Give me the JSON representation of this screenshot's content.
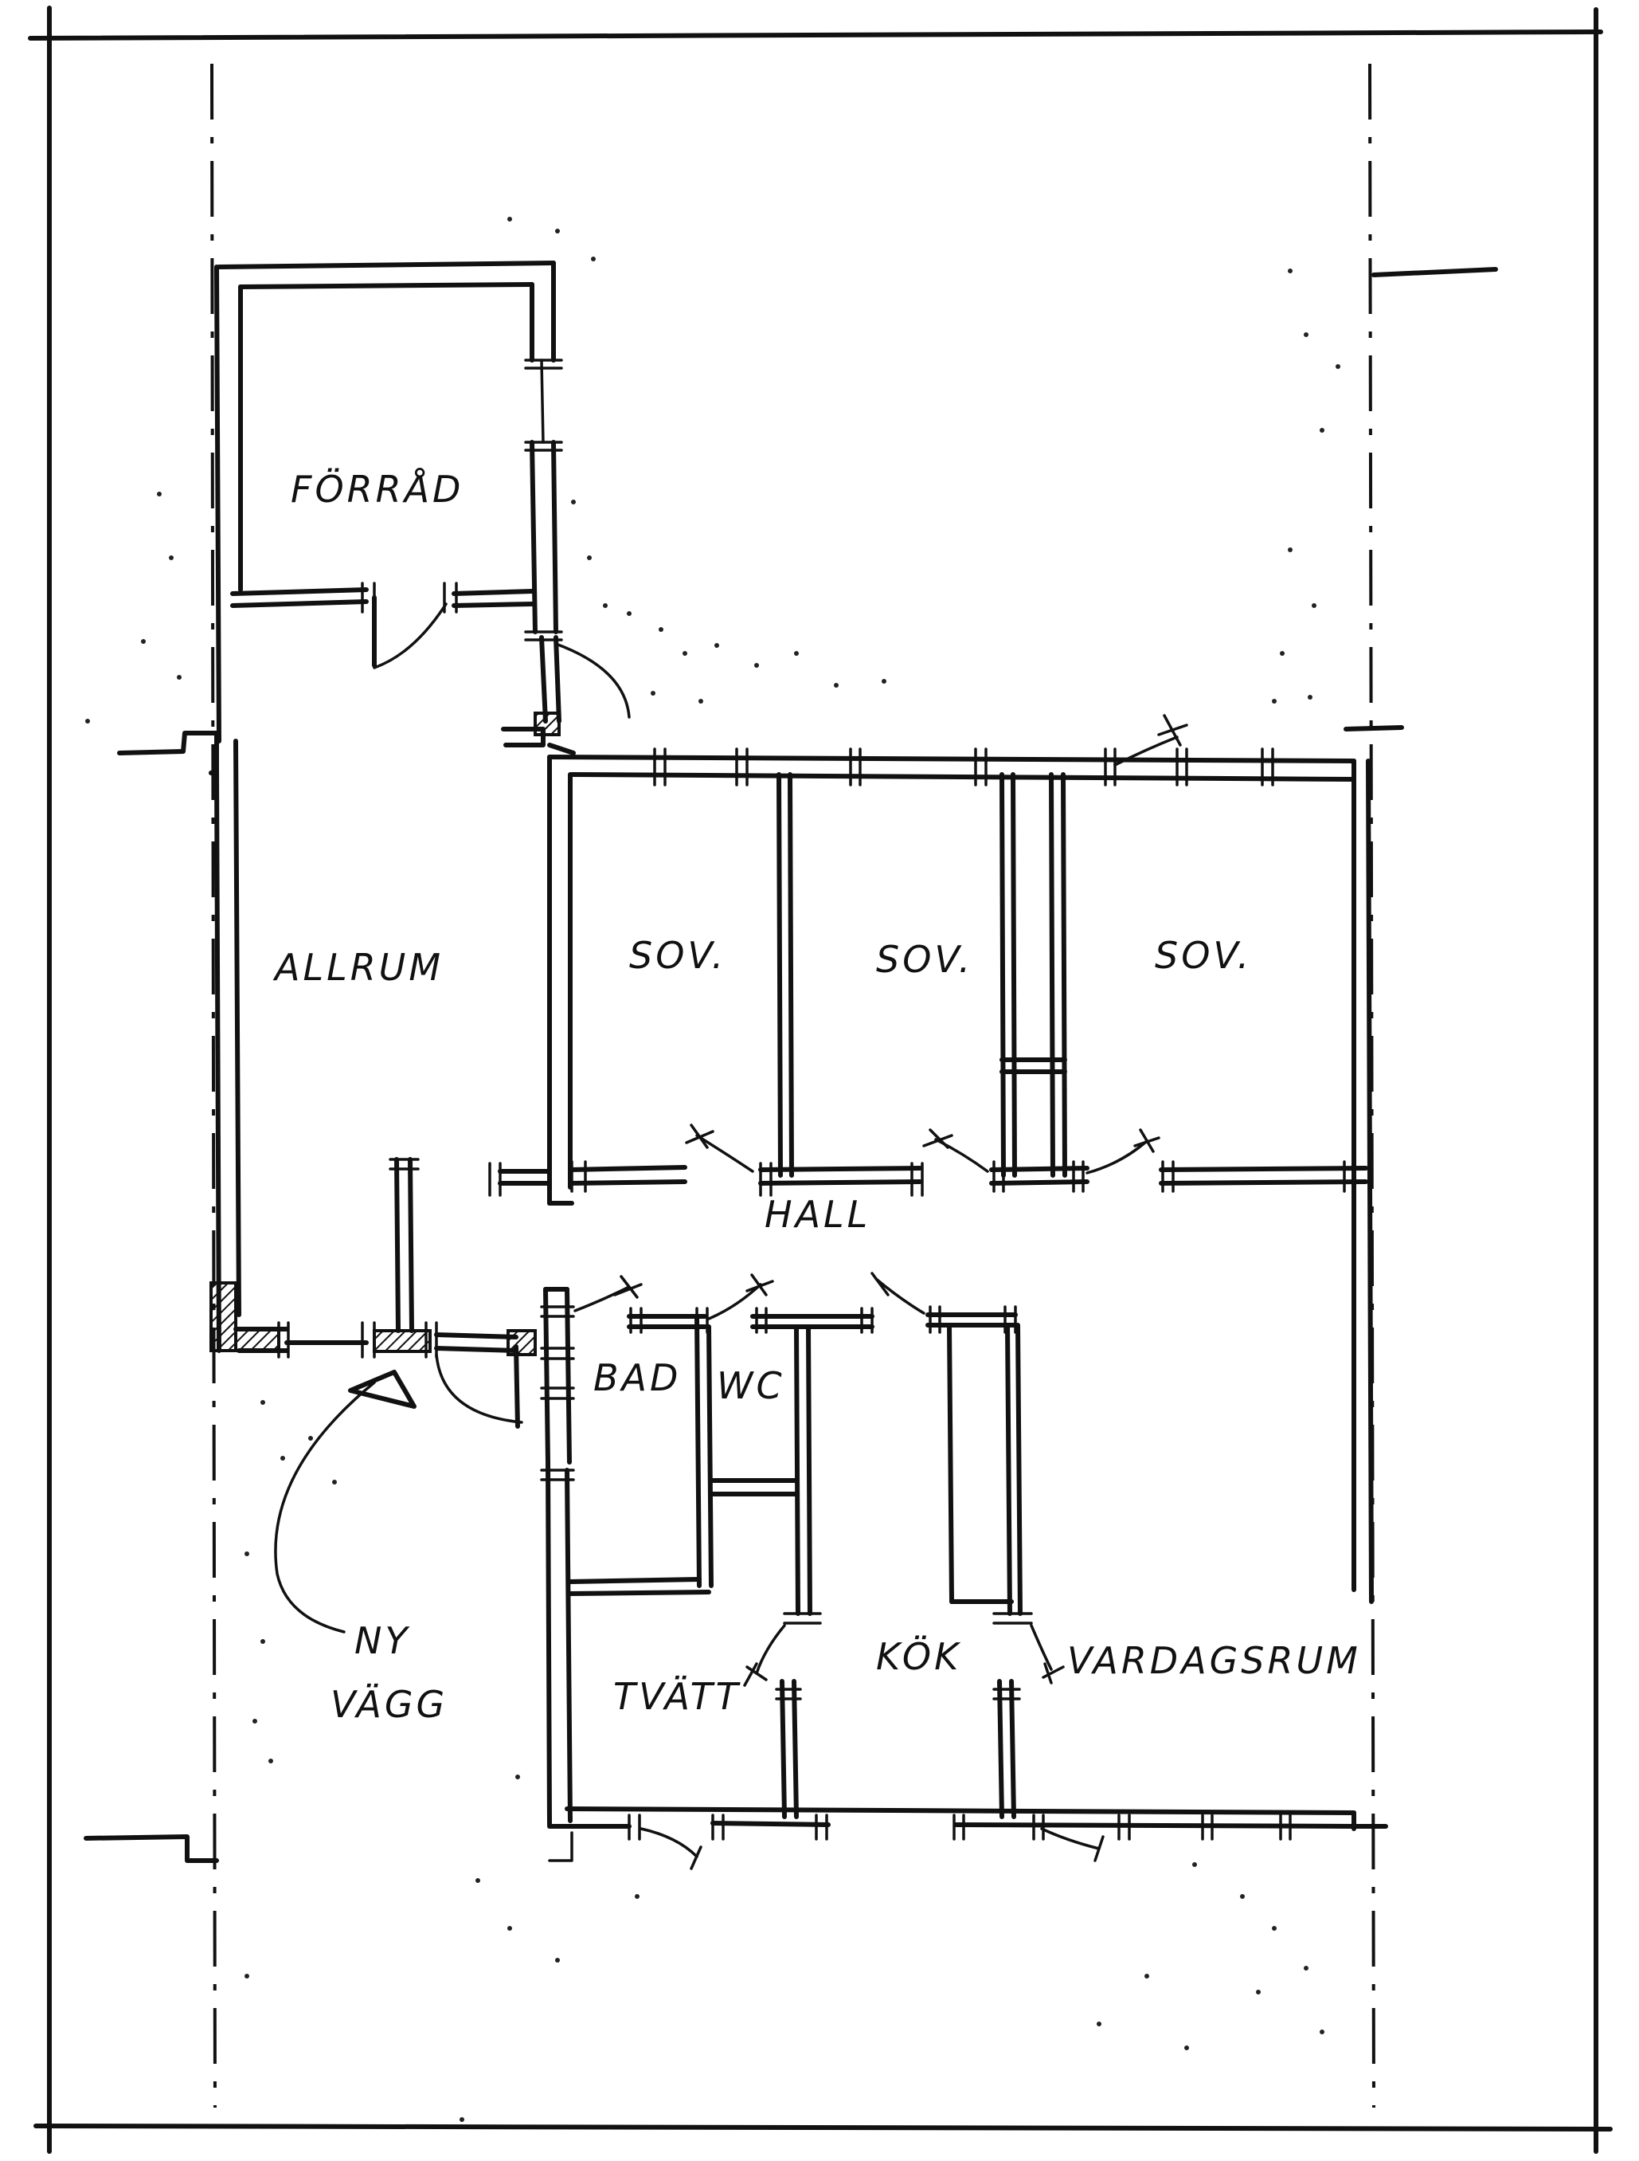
{
  "rooms": {
    "forrad": "FÖRRÅD",
    "allrum": "ALLRUM",
    "sov1": "SOV.",
    "sov2": "SOV.",
    "sov3": "SOV.",
    "hall": "HALL",
    "bad": "BAD",
    "wc": "WC",
    "kok": "KÖK",
    "vardagsrum": "VARDAGSRUM",
    "tvatt": "TVÄTT"
  },
  "annotation": {
    "line1": "NY",
    "line2": "VÄGG"
  }
}
